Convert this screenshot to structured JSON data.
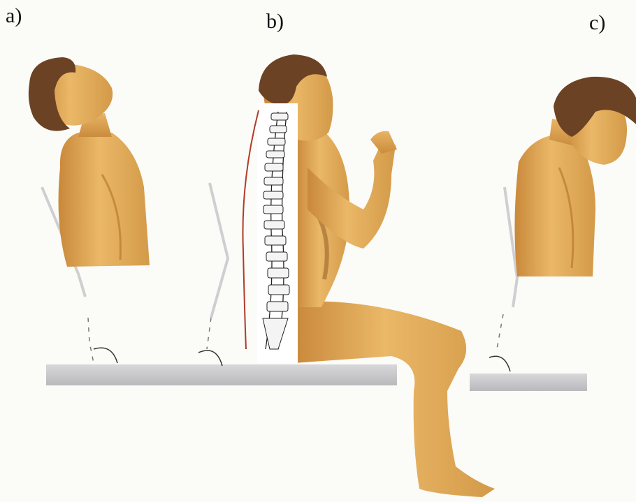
{
  "figure": {
    "panels": [
      {
        "label": "a)",
        "posture": "head-extended-backward"
      },
      {
        "label": "b)",
        "posture": "upright-sitting-with-spine-overlay"
      },
      {
        "label": "c)",
        "posture": "head-flexed-forward"
      }
    ],
    "colors": {
      "skin": "#e7b160",
      "skin_shadow": "#b87a2e",
      "hair": "#6b4224",
      "bench": "#c9c9cc",
      "spine_line": "#b23a2a"
    }
  }
}
